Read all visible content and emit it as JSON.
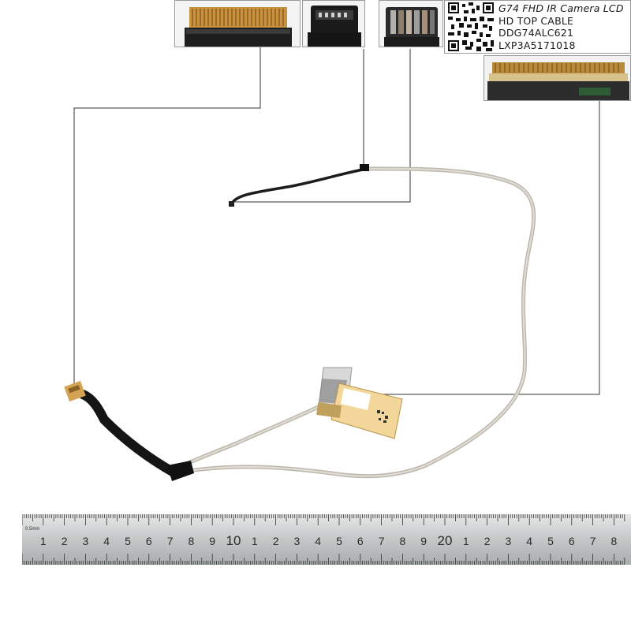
{
  "product_label": {
    "line1": "G74 FHD IR Camera LCD",
    "line2": "HD TOP CABLE",
    "line3": "DDG74ALC621",
    "line4": "LXP3A5171018"
  },
  "insets": [
    {
      "name": "wide-gold-connector-detail"
    },
    {
      "name": "small-black-connector-detail"
    },
    {
      "name": "camera-pin-connector-detail"
    },
    {
      "name": "lcd-panel-connector-detail"
    }
  ],
  "ruler": {
    "unit_mark": "0.5mm",
    "numbers": [
      "1",
      "2",
      "3",
      "4",
      "5",
      "6",
      "7",
      "8",
      "9",
      "10",
      "1",
      "2",
      "3",
      "4",
      "5",
      "6",
      "7",
      "8",
      "9",
      "20",
      "1",
      "2",
      "3",
      "4",
      "5",
      "6",
      "7",
      "8"
    ]
  },
  "colors": {
    "cable_grey": "#c9c5bd",
    "cable_black": "#1c1c1c",
    "connector_gold": "#c89a4a",
    "leader_line": "#333333",
    "ruler_metal": "#c7c9c9"
  }
}
